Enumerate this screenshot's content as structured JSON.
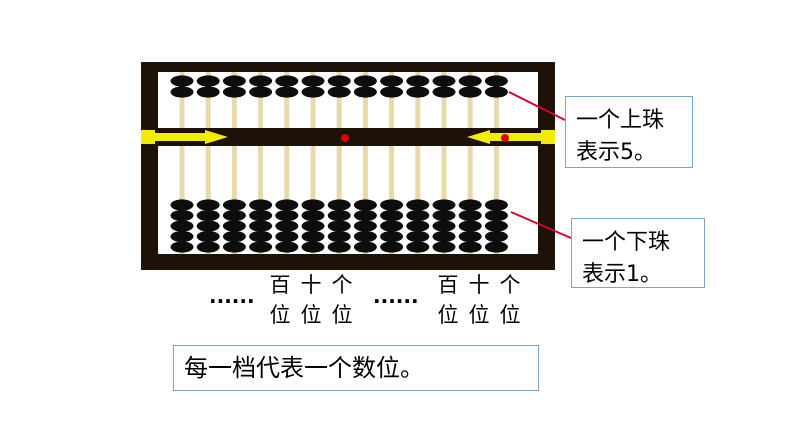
{
  "abacus": {
    "rod_count": 13,
    "upper_beads_per_rod": 2,
    "lower_beads_per_rod": 5,
    "colors": {
      "frame": "#1e1208",
      "bead": "#0d0d0d",
      "rod": "#e8d9a8",
      "beam_arrow": "#f2ec00",
      "marker_dot": "#e00000",
      "leader_line": "#d8002c"
    }
  },
  "callouts": {
    "upper_bead": [
      "一个上珠",
      "表示5。"
    ],
    "lower_bead": [
      "一个下珠",
      "表示1。"
    ]
  },
  "place_labels": {
    "left_group": {
      "dots": "......",
      "top": [
        "百",
        "十",
        "个"
      ],
      "bottom": [
        "位",
        "位",
        "位"
      ]
    },
    "right_group": {
      "dots": "......",
      "top": [
        "百",
        "十",
        "个"
      ],
      "bottom": [
        "位",
        "位",
        "位"
      ]
    }
  },
  "summary_text": "每一档代表一个数位。"
}
